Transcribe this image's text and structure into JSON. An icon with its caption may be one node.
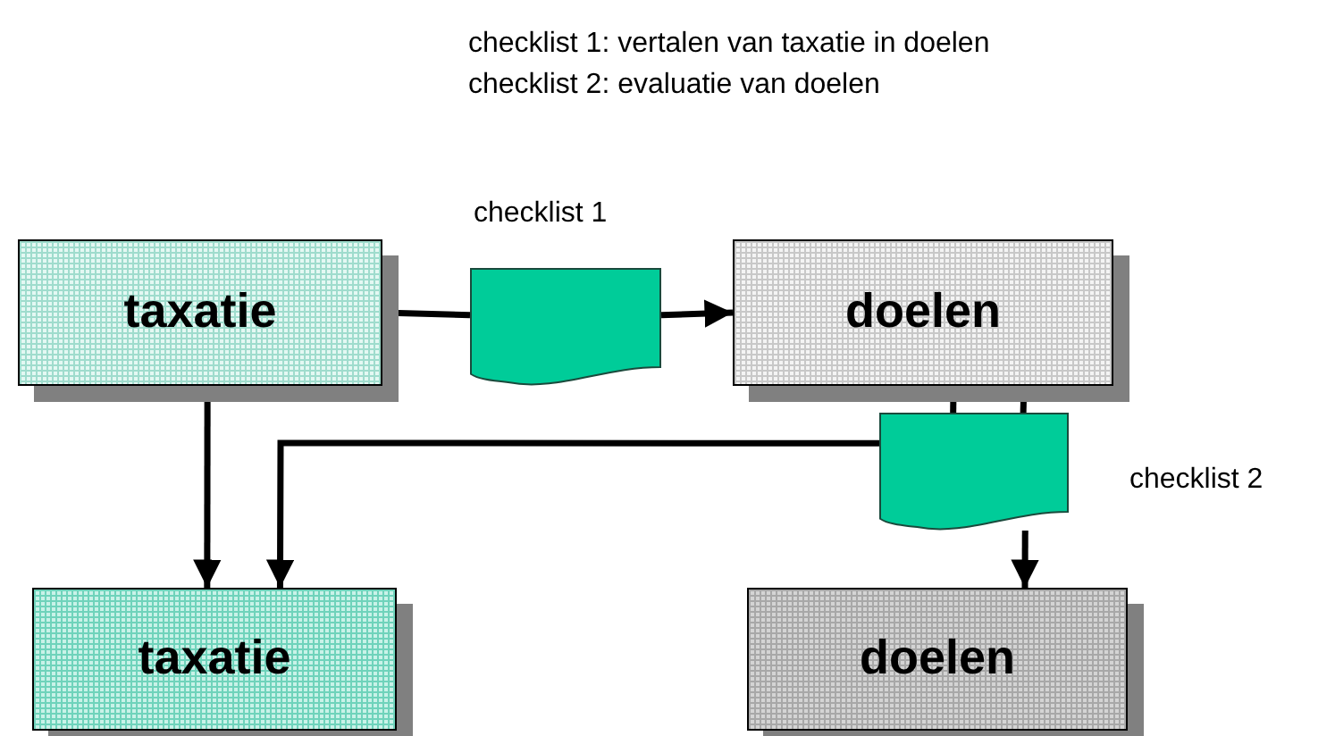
{
  "diagram": {
    "nodes": [
      {
        "text": [
          "taxatie"
        ]
      },
      {
        "text": [
          "doelen"
        ]
      },
      {
        "text": [],
        "shape": "document",
        "beside": [
          "checklist 1"
        ]
      },
      {
        "text": [],
        "shape": "document",
        "beside": [
          "checklist 2"
        ]
      },
      {
        "text": [
          "taxatie"
        ]
      },
      {
        "text": [
          "doelen"
        ]
      }
    ],
    "edges": [
      {
        "from": 0,
        "to": 2,
        "arrow": "none"
      },
      {
        "from": 2,
        "to": 1,
        "arrow": "to"
      },
      {
        "from": 1,
        "to": 3,
        "arrow": "none"
      },
      {
        "from": 1,
        "to": 3,
        "arrow": "none"
      },
      {
        "from": 3,
        "to": 4,
        "arrow": "to"
      },
      {
        "from": 3,
        "to": 5,
        "arrow": "to"
      },
      {
        "from": 0,
        "to": 4,
        "arrow": "to"
      }
    ],
    "labels": [
      "checklist 1: vertalen van taxatie in doelen",
      "checklist 2: evaluatie van doelen"
    ]
  }
}
